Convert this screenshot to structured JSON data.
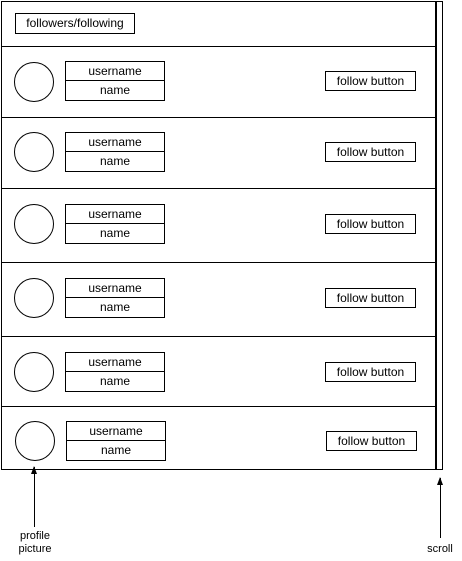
{
  "header": {
    "tab_label": "followers/following"
  },
  "rows": [
    {
      "username": "username",
      "name": "name",
      "follow_label": "follow button"
    },
    {
      "username": "username",
      "name": "name",
      "follow_label": "follow button"
    },
    {
      "username": "username",
      "name": "name",
      "follow_label": "follow button"
    },
    {
      "username": "username",
      "name": "name",
      "follow_label": "follow button"
    },
    {
      "username": "username",
      "name": "name",
      "follow_label": "follow button"
    },
    {
      "username": "username",
      "name": "name",
      "follow_label": "follow button"
    }
  ],
  "annotations": {
    "profile_picture_line1": "profile",
    "profile_picture_line2": "picture",
    "scroll": "scroll"
  }
}
